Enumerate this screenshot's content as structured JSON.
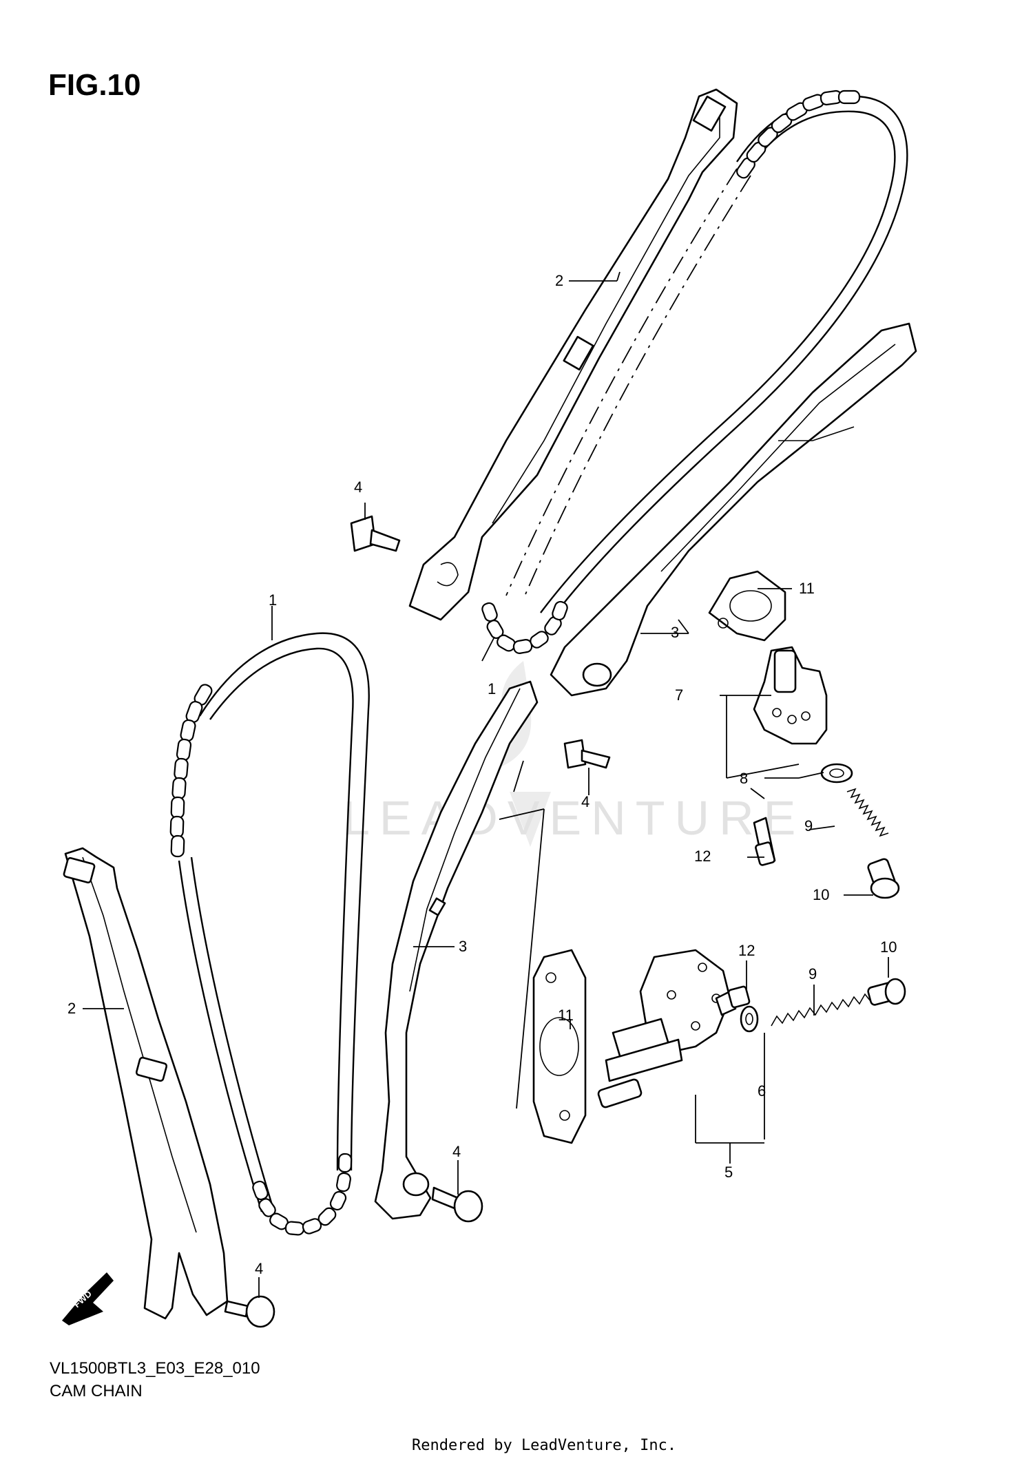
{
  "figure_title": "FIG.10",
  "model_code": "VL1500BTL3_E03_E28_010",
  "section_name": "CAM CHAIN",
  "rendered_by": "Rendered by LeadVenture, Inc.",
  "watermark": "LEADVENTURE",
  "fwd_marker": "FWD",
  "callouts": {
    "c1_top": "1",
    "c1_left": "1",
    "c2_top": "2",
    "c2_left": "2",
    "c3_top": "3",
    "c3_mid": "3",
    "c4_a": "4",
    "c4_b": "4",
    "c4_c": "4",
    "c4_d": "4",
    "c5": "5",
    "c6": "6",
    "c7": "7",
    "c8": "8",
    "c9_a": "9",
    "c9_b": "9",
    "c10_a": "10",
    "c10_b": "10",
    "c11_a": "11",
    "c11_b": "11",
    "c12_a": "12",
    "c12_b": "12"
  }
}
